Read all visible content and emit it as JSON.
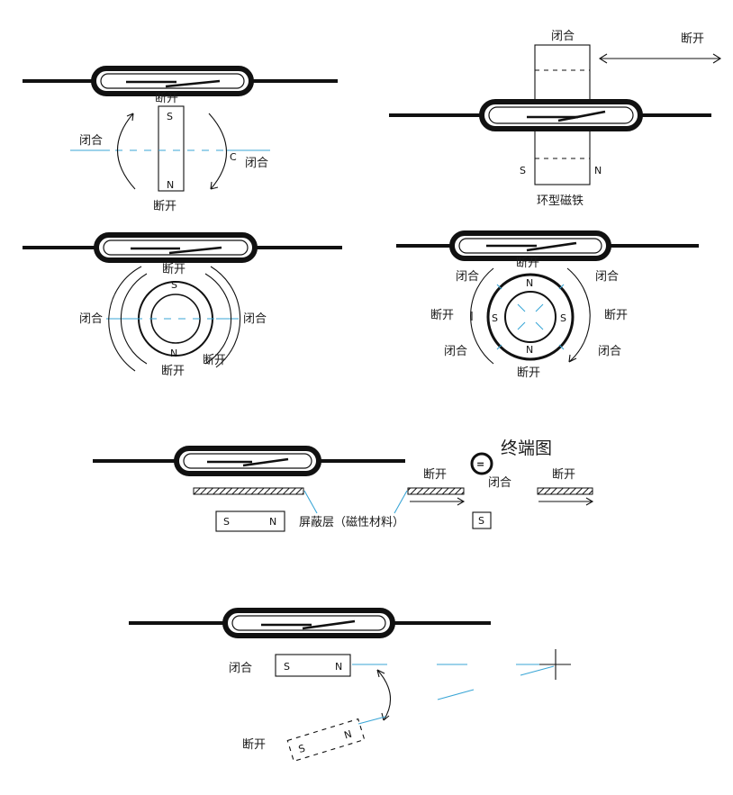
{
  "colors": {
    "line": "#111111",
    "axis": "#3aa6d6",
    "background": "#ffffff"
  },
  "panel1": {
    "top_label": "断开",
    "left_label": "闭合",
    "right_label": "闭合",
    "bottom_label": "断开",
    "pole_s": "S",
    "pole_n": "N",
    "c_mark": "C"
  },
  "panel2": {
    "top_label": "闭合",
    "arrow_label": "断开",
    "pole_s": "S",
    "pole_n": "N",
    "caption": "环型磁铁"
  },
  "panel3": {
    "top_label": "断开",
    "left_label": "闭合",
    "right_label": "闭合",
    "bottom_label": "断开",
    "bottom_right_label": "断开",
    "pole_s": "S",
    "pole_n": "N"
  },
  "panel4": {
    "top_label": "断开",
    "upper_left_label": "闭合",
    "upper_right_label": "闭合",
    "left_label": "断开",
    "right_label": "断开",
    "lower_left_label": "闭合",
    "lower_right_label": "闭合",
    "bottom_label": "断开",
    "pole_n": "N",
    "pole_s": "S"
  },
  "panel5": {
    "end_view_title": "终端图",
    "end_view_symbol": "=",
    "middle_label": "断开",
    "end_view_label": "闭合",
    "right_label": "断开",
    "magnet_s": "S",
    "magnet_n": "N",
    "shield_caption": "屏蔽层（磁性材料）",
    "small_magnet": "S"
  },
  "panel6": {
    "closed_label": "闭合",
    "open_label": "断开",
    "magnet_s": "S",
    "magnet_n": "N"
  }
}
